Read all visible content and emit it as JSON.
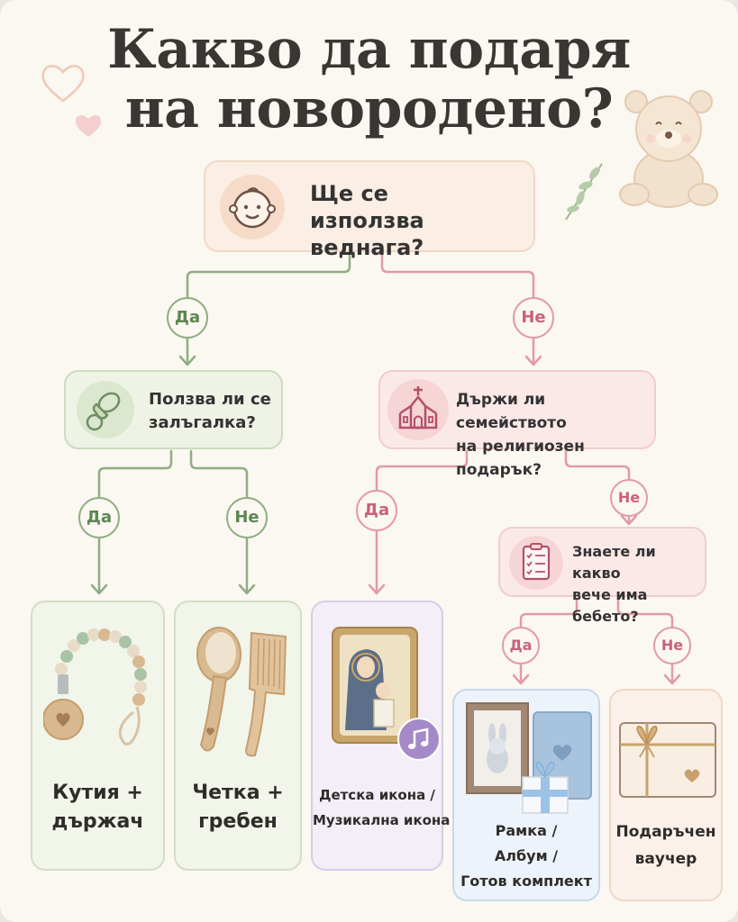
{
  "title": {
    "line1": "Какво да подаря",
    "line2": "на новородено?"
  },
  "nodes": {
    "root": {
      "line1": "Ще се",
      "line2": "използва веднага?",
      "icon": "baby-face-icon"
    },
    "pacifier": {
      "line1": "Ползва ли се",
      "line2": "залъгалка?",
      "icon": "pacifier-icon"
    },
    "religious": {
      "line1": "Държи ли семейството",
      "line2": "на религиозен подарък?",
      "icon": "church-icon"
    },
    "has_items": {
      "line1": "Знаете ли какво",
      "line2": "вече има бебето?",
      "icon": "checklist-icon"
    }
  },
  "edges": {
    "yes": "Да",
    "no": "Не"
  },
  "outcomes": {
    "box_holder": {
      "line1": "Кутия +",
      "line2": "държач",
      "image": "pacifier-clip-illustration"
    },
    "brush_comb": {
      "line1": "Четка +",
      "line2": "гребен",
      "image": "brush-and-comb-illustration"
    },
    "icon_gift": {
      "line1": "Детска икона /",
      "line2": "Музикална икона",
      "image": "religious-icon-illustration",
      "badge_icon": "music-note-icon"
    },
    "frame_album": {
      "line1": "Рамка /",
      "line2": "Албум /",
      "line3": "Готов комплект",
      "image": "frame-album-gift-illustration"
    },
    "voucher": {
      "line1": "Подаръчен",
      "line2": "ваучер",
      "image": "gift-voucher-illustration"
    }
  },
  "colors": {
    "green": "#8fae83",
    "pink": "#e29aa9",
    "title": "#3a3634",
    "background": "#fbf7f1"
  }
}
